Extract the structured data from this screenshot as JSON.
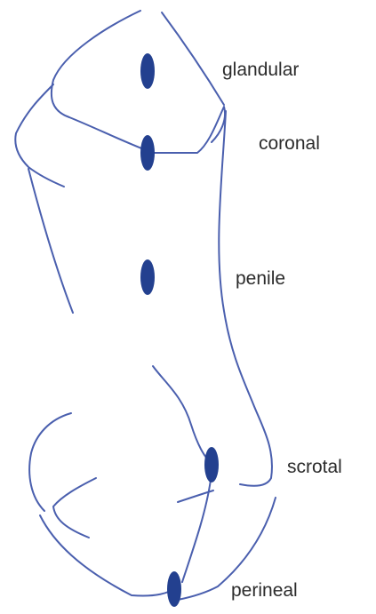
{
  "diagram": {
    "outline_color": "#4a5fae",
    "marker_color": "#23408f",
    "label_color": "#2b2b2b",
    "locations": [
      {
        "id": "glandular",
        "label": "glandular"
      },
      {
        "id": "coronal",
        "label": "coronal"
      },
      {
        "id": "penile",
        "label": "penile"
      },
      {
        "id": "scrotal",
        "label": "scrotal"
      },
      {
        "id": "perineal",
        "label": "perineal"
      }
    ]
  }
}
